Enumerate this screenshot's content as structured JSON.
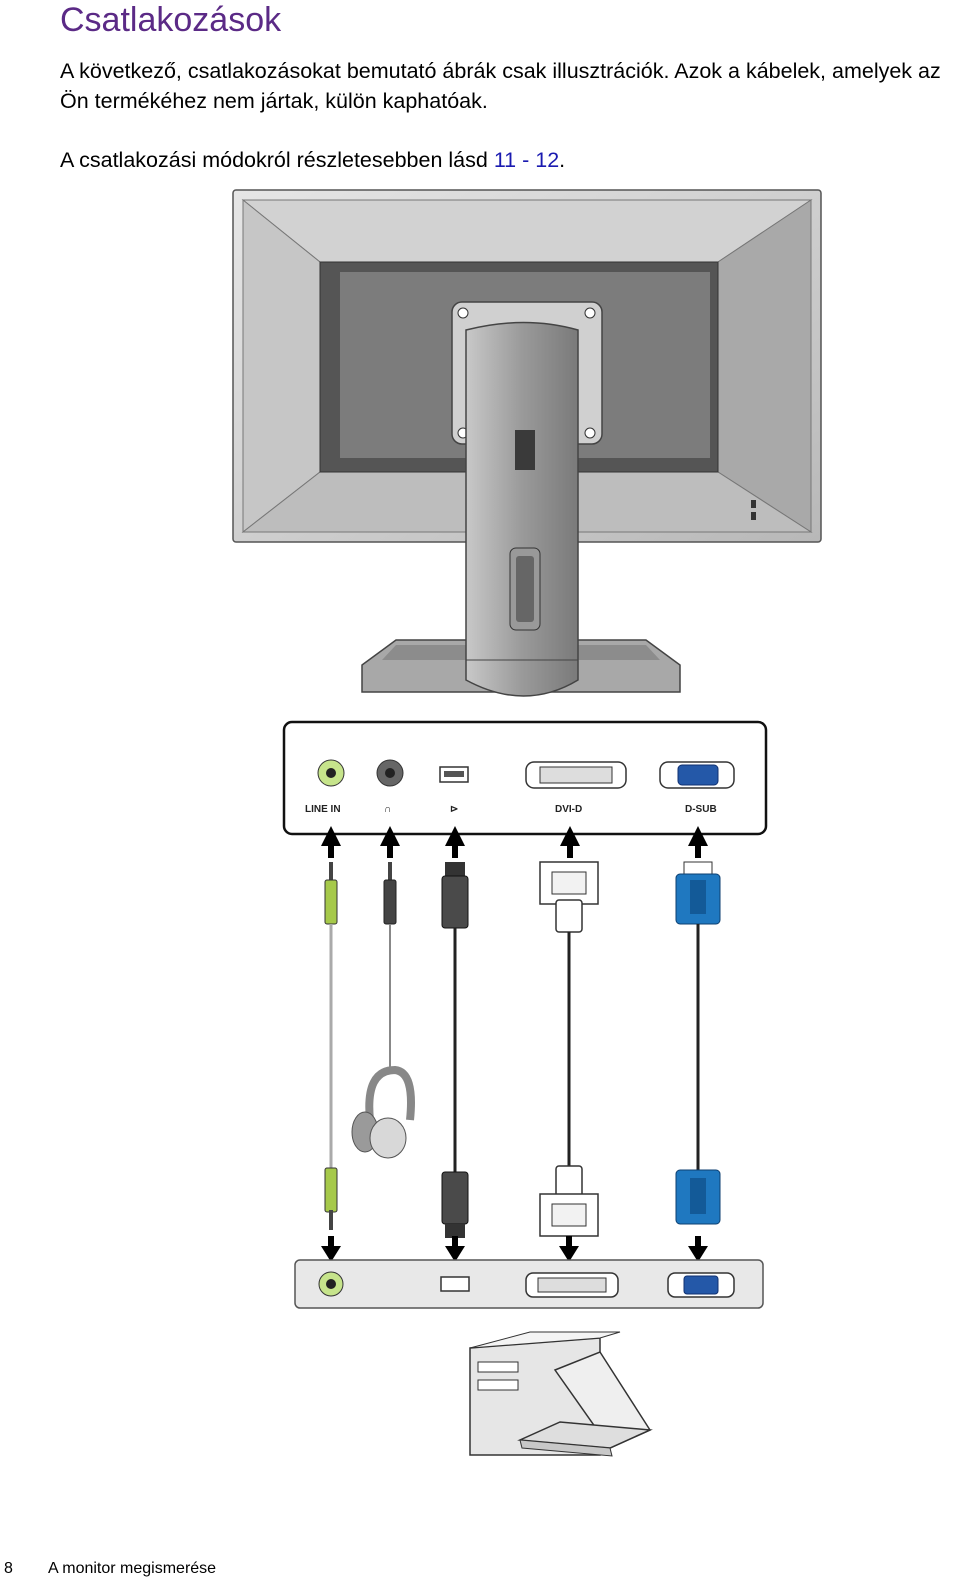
{
  "heading": "Csatlakozások",
  "intro": "A következő, csatlakozásokat bemutató ábrák csak illusztrációk. Azok a kábelek, amelyek az Ön termékéhez nem jártak, külön kaphatóak.",
  "reference": {
    "prefix": "A csatlakozási módokról részletesebben lásd ",
    "link": "11 - 12",
    "suffix": "."
  },
  "ports": {
    "line_in": "LINE IN",
    "dvi": "DVI-D",
    "dsub": "D-SUB"
  },
  "footer": {
    "page_number": "8",
    "section": "A monitor megismerése"
  }
}
